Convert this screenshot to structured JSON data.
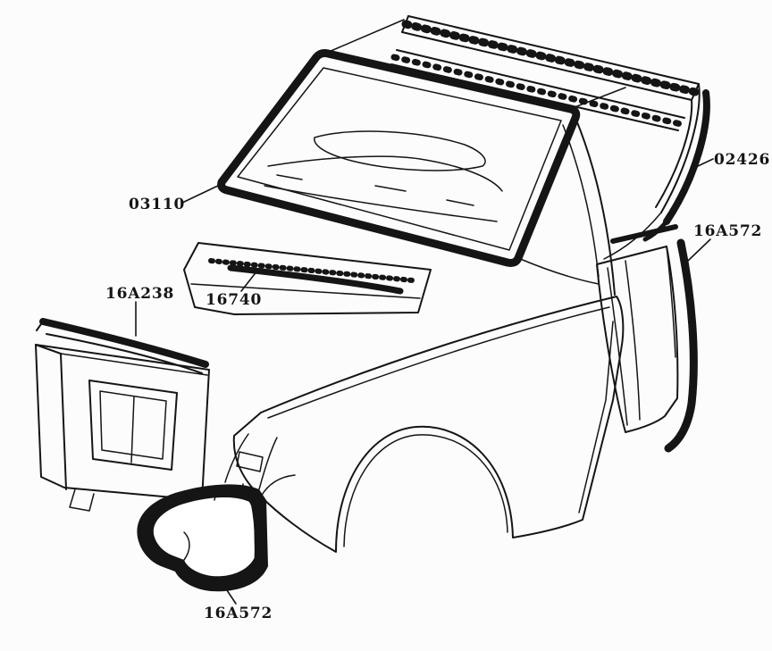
{
  "diagram": {
    "background_color": "#fcfcfc",
    "line_color": "#151515",
    "label_color": "#151515",
    "labels": [
      {
        "text": "02426"
      },
      {
        "text": "03110"
      },
      {
        "text": "16A572"
      },
      {
        "text": "16A238"
      },
      {
        "text": "16740"
      },
      {
        "text": "16A572"
      }
    ]
  }
}
